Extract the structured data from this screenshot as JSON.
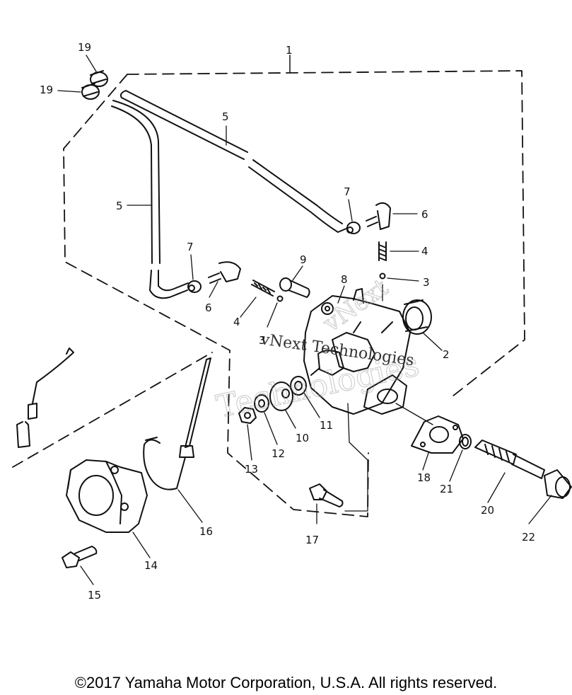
{
  "diagram": {
    "callouts": [
      {
        "id": "c1",
        "text": "1"
      },
      {
        "id": "c19a",
        "text": "19"
      },
      {
        "id": "c19b",
        "text": "19"
      },
      {
        "id": "c5a",
        "text": "5"
      },
      {
        "id": "c5b",
        "text": "5"
      },
      {
        "id": "c7a",
        "text": "7"
      },
      {
        "id": "c6a",
        "text": "6"
      },
      {
        "id": "c4a",
        "text": "4"
      },
      {
        "id": "c3a",
        "text": "3"
      },
      {
        "id": "c7b",
        "text": "7"
      },
      {
        "id": "c6b",
        "text": "6"
      },
      {
        "id": "c9",
        "text": "9"
      },
      {
        "id": "c8",
        "text": "8"
      },
      {
        "id": "c4b",
        "text": "4"
      },
      {
        "id": "c3b",
        "text": "3"
      },
      {
        "id": "c2",
        "text": "2"
      },
      {
        "id": "c10",
        "text": "10"
      },
      {
        "id": "c11",
        "text": "11"
      },
      {
        "id": "c12",
        "text": "12"
      },
      {
        "id": "c13",
        "text": "13"
      },
      {
        "id": "c14",
        "text": "14"
      },
      {
        "id": "c15",
        "text": "15"
      },
      {
        "id": "c16",
        "text": "16"
      },
      {
        "id": "c17",
        "text": "17"
      },
      {
        "id": "c18",
        "text": "18"
      },
      {
        "id": "c20",
        "text": "20"
      },
      {
        "id": "c21",
        "text": "21"
      },
      {
        "id": "c22",
        "text": "22"
      }
    ],
    "watermark_lines": [
      "vNext",
      "Technologies",
      "vNext Technologies"
    ]
  },
  "footer": {
    "copyright": "©2017 Yamaha Motor Corporation, U.S.A. All rights reserved."
  }
}
